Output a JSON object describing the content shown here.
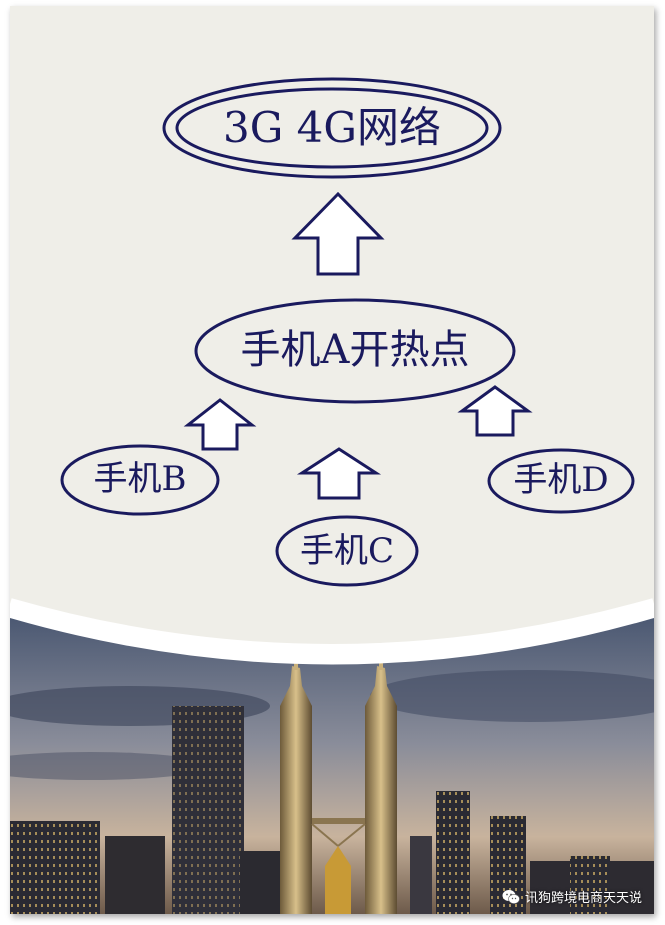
{
  "colors": {
    "ink": "#1a1a5e",
    "panel": "#efeee8",
    "sky_top": "#4b5b78",
    "sky_bottom": "#c9b6a2"
  },
  "nodes": {
    "network": "3G 4G网络",
    "phone_a": "手机A开热点",
    "phone_b": "手机B",
    "phone_c": "手机C",
    "phone_d": "手机D"
  },
  "watermark": {
    "icon": "wechat-icon",
    "text": "讯狗跨境电商天天说"
  },
  "photo": {
    "subject": "city-skyline-night-photo"
  }
}
